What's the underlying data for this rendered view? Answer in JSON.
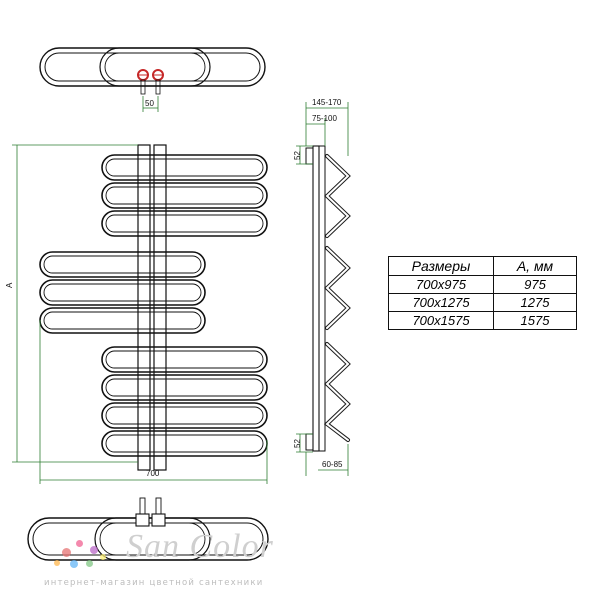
{
  "dimensions": {
    "top_pipe_spacing": "50",
    "depth_total": "145-170",
    "depth_wall": "75-100",
    "offset_top": "52",
    "offset_bottom": "52",
    "height_label": "A",
    "width": "700",
    "depth_bottom": "60-85"
  },
  "table": {
    "headers": [
      "Размеры",
      "A, мм"
    ],
    "rows": [
      [
        "700x975",
        "975"
      ],
      [
        "700x1275",
        "1275"
      ],
      [
        "700x1575",
        "1575"
      ]
    ]
  },
  "brand": {
    "name": "San Color",
    "tagline": "интернет-магазин цветной сантехники",
    "dot_colors": [
      "#e57373",
      "#f06292",
      "#ba68c8",
      "#64b5f6",
      "#81c784",
      "#fff176",
      "#ffb74d"
    ]
  },
  "colors": {
    "dimension_line": "#2e7d32",
    "outline": "#111111",
    "valve_red": "#c62828"
  }
}
